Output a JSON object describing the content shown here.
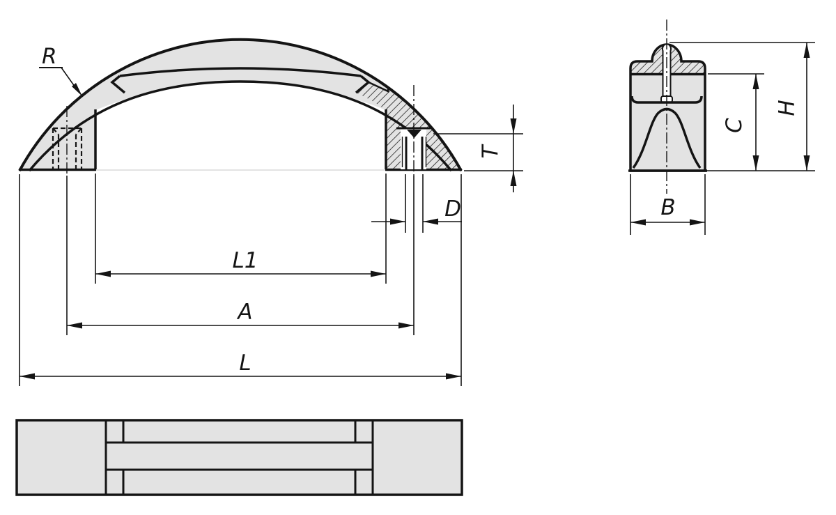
{
  "drawing": {
    "kind": "technical-dimension-drawing",
    "part": "arch pull handle",
    "colors": {
      "body_fill": "#e3e3e3",
      "line": "#141414",
      "background": "#ffffff"
    },
    "labels": {
      "R": "R",
      "T": "T",
      "D": "D",
      "L1": "L1",
      "A": "A",
      "L": "L",
      "B": "B",
      "C": "C",
      "H": "H"
    },
    "views": {
      "front": {
        "dimension_labels": [
          "R",
          "T",
          "D",
          "L1",
          "A",
          "L"
        ]
      },
      "side": {
        "dimension_labels": [
          "B",
          "C",
          "H"
        ]
      },
      "plan": {
        "dimension_labels": []
      }
    }
  }
}
